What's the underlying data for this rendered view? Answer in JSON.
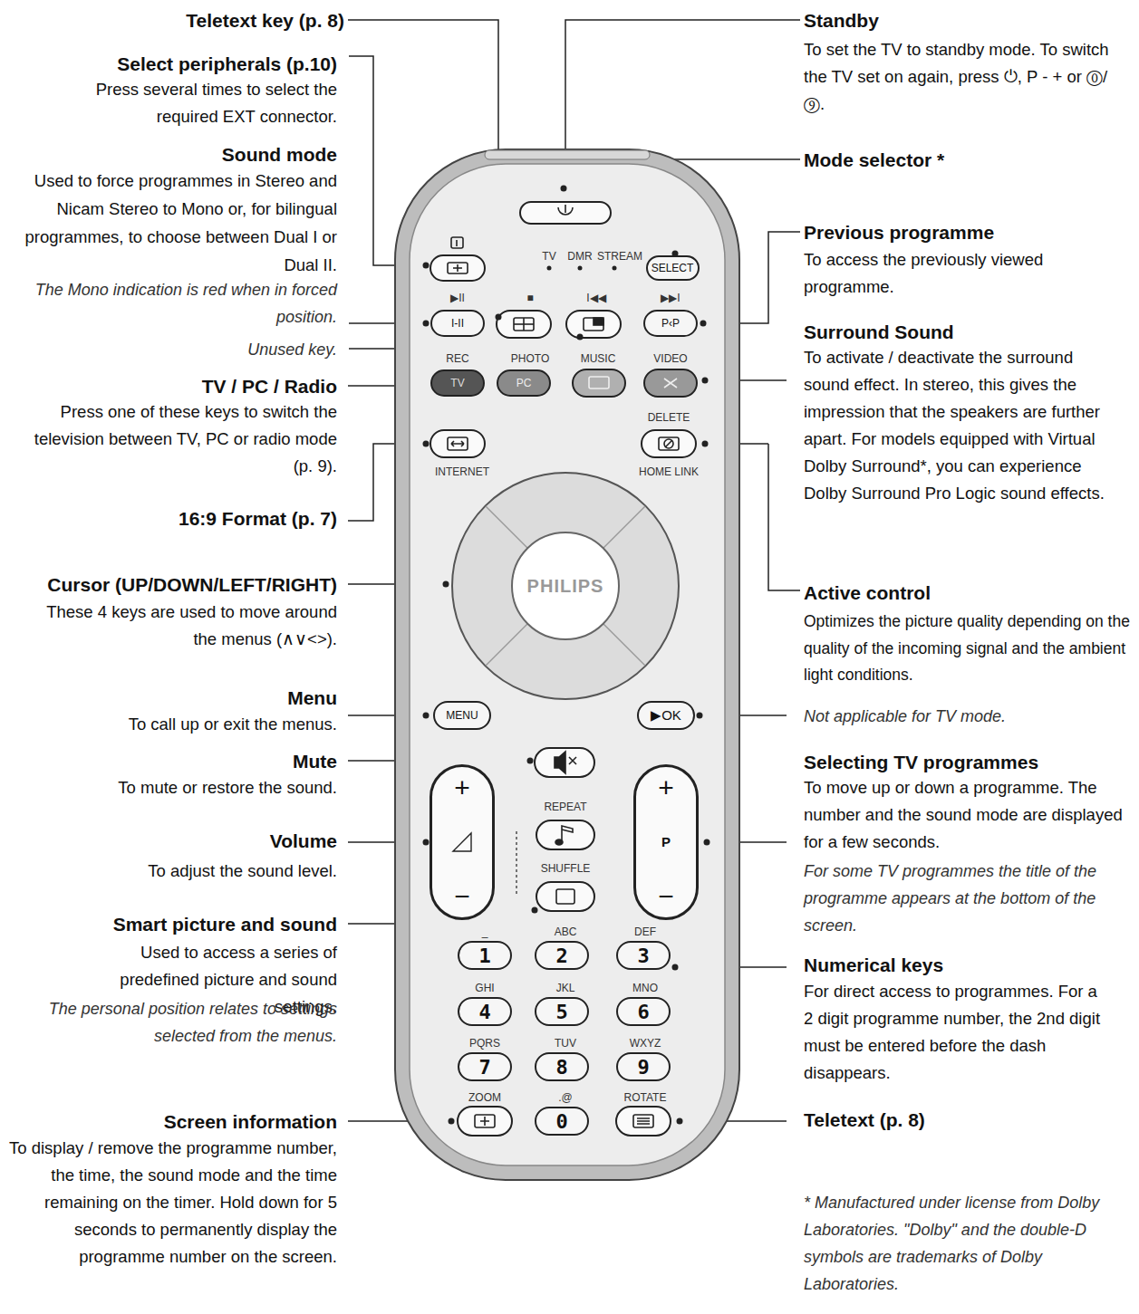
{
  "diagram": {
    "nodes": [
      {
        "text": [
          "SELECT"
        ]
      },
      {
        "text": [
          "I-II"
        ]
      },
      {
        "text": [
          "P‹P"
        ]
      },
      {
        "text": [
          "TV"
        ]
      },
      {
        "text": [
          "PC"
        ]
      },
      {
        "text": [
          "MENU"
        ]
      },
      {
        "text": [
          "▶OK"
        ]
      },
      {
        "text": [
          "+",
          "−"
        ]
      },
      {
        "text": [
          "+",
          "P",
          "−"
        ]
      },
      {
        "text": [
          "1"
        ]
      },
      {
        "text": [
          "2"
        ]
      },
      {
        "text": [
          "3"
        ]
      },
      {
        "text": [
          "4"
        ]
      },
      {
        "text": [
          "5"
        ]
      },
      {
        "text": [
          "6"
        ]
      },
      {
        "text": [
          "7"
        ]
      },
      {
        "text": [
          "8"
        ]
      },
      {
        "text": [
          "9"
        ]
      },
      {
        "text": [
          "0"
        ]
      },
      {
        "text": [
          "PHILIPS"
        ]
      }
    ],
    "labels": [
      "Teletext key (p. 8)",
      "Select peripherals (p.10)",
      "Press several times to select the required EXT connector.",
      "Sound mode",
      "Used to force programmes in Stereo and Nicam Stereo to Mono or, for bilingual programmes, to choose between Dual I or Dual II.",
      "The Mono indication is red when in forced position.",
      "Unused key.",
      "TV / PC / Radio",
      "Press one of these keys to switch the television between TV, PC or radio mode (p. 9).",
      "16:9 Format (p. 7)",
      "Cursor (UP/DOWN/LEFT/RIGHT)",
      "These 4 keys are used to move around the menus (∧∨<>).",
      "Menu",
      "To call up or exit the menus.",
      "Mute",
      "To mute or restore the sound.",
      "Volume",
      "To adjust the sound level.",
      "Smart picture and sound",
      "Used to access a series of predefined picture and sound settings.",
      "The personal position relates to settings selected from the menus.",
      "Screen information",
      "To display / remove the programme number, the time, the sound mode and the time remaining on the timer. Hold down for 5 seconds to permanently display the programme number on the screen.",
      "Standby",
      "To set the TV to standby mode. To switch the TV set on again, press ⏻, P - + or ⓪/⑨.",
      "Mode selector *",
      "Previous programme",
      "To access the previously viewed programme.",
      "Surround Sound",
      "To activate / deactivate the surround sound effect. In stereo, this gives the impression that the speakers are further apart. For models equipped with Virtual Dolby Surround*, you can experience Dolby Surround Pro Logic sound effects.",
      "Active control",
      "Optimizes the picture quality depending on the quality of the incoming signal and the ambient light conditions.",
      "Not applicable for TV mode.",
      "Selecting TV programmes",
      "To move up or down a programme. The number and the sound mode are displayed for a few seconds.",
      "For some TV programmes the title of the programme appears at the bottom of the screen.",
      "Numerical keys",
      "For direct access to programmes. For a 2 digit programme number, the 2nd digit must be entered before the dash disappears.",
      "Teletext (p. 8)",
      "* Manufactured under license from Dolby Laboratories. \"Dolby\" and the double-D symbols are trademarks of Dolby Laboratories.",
      "TV",
      "DMR",
      "STREAM",
      "▶II",
      "■",
      "I◀◀",
      "▶▶I",
      "REC",
      "PHOTO",
      "MUSIC",
      "VIDEO",
      "DELETE",
      "INTERNET",
      "HOME LINK",
      "REPEAT",
      "SHUFFLE",
      "_",
      "ABC",
      "DEF",
      "GHI",
      "JKL",
      "MNO",
      "PQRS",
      "TUV",
      "WXYZ",
      "ZOOM",
      ".@",
      "ROTATE"
    ]
  }
}
